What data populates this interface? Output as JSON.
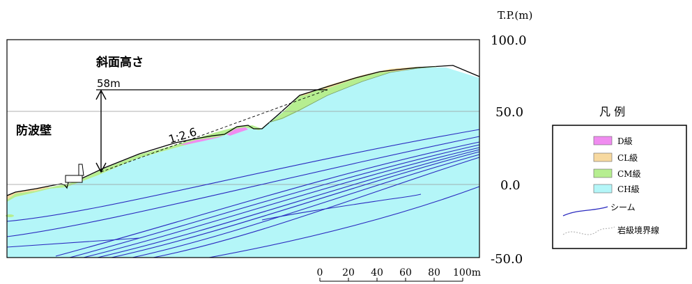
{
  "axis": {
    "unit_label": "T.P.(m)",
    "ticks": [
      "100.0",
      "50.0",
      "0.0",
      "-50.0"
    ]
  },
  "annotations": {
    "slope_height_title": "斜面高さ",
    "slope_height_value": "58m",
    "seawall": "防波壁",
    "gradient": "1:2.6"
  },
  "scale_bar": {
    "labels": [
      "0",
      "20",
      "40",
      "60",
      "80",
      "100m"
    ]
  },
  "legend": {
    "title": "凡 例",
    "items": [
      {
        "label": "D級",
        "color": "#f08cf0"
      },
      {
        "label": "CL級",
        "color": "#f7d9a0"
      },
      {
        "label": "CM級",
        "color": "#b6ee90"
      },
      {
        "label": "CH級",
        "color": "#b4f6f8"
      }
    ],
    "line_items": [
      {
        "label": "シーム",
        "color": "#2a2abf"
      },
      {
        "label": "岩級境界線",
        "color": "#aaaaaa"
      }
    ]
  }
}
